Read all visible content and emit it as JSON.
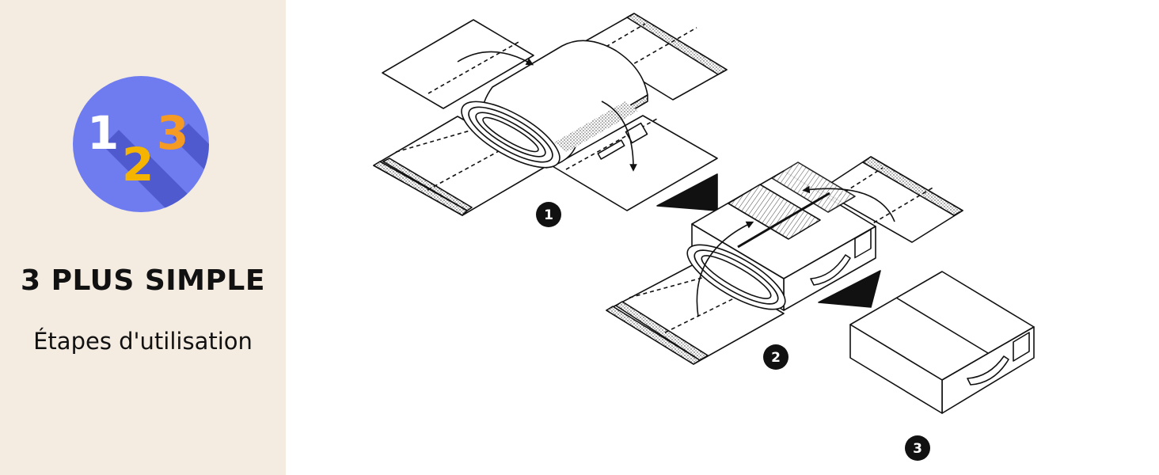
{
  "badge": {
    "digits": [
      "1",
      "2",
      "3"
    ],
    "circle_color": "#6e7cf0",
    "digit_colors": [
      "#ffffff",
      "#f5b400",
      "#f59a23"
    ]
  },
  "headline": "3 PLUS SIMPLE",
  "subtitle": "Étapes d'utilisation",
  "steps": [
    {
      "number": "1"
    },
    {
      "number": "2"
    },
    {
      "number": "3"
    }
  ],
  "colors": {
    "panel_bg": "#f4ebe1",
    "line": "#111111"
  }
}
